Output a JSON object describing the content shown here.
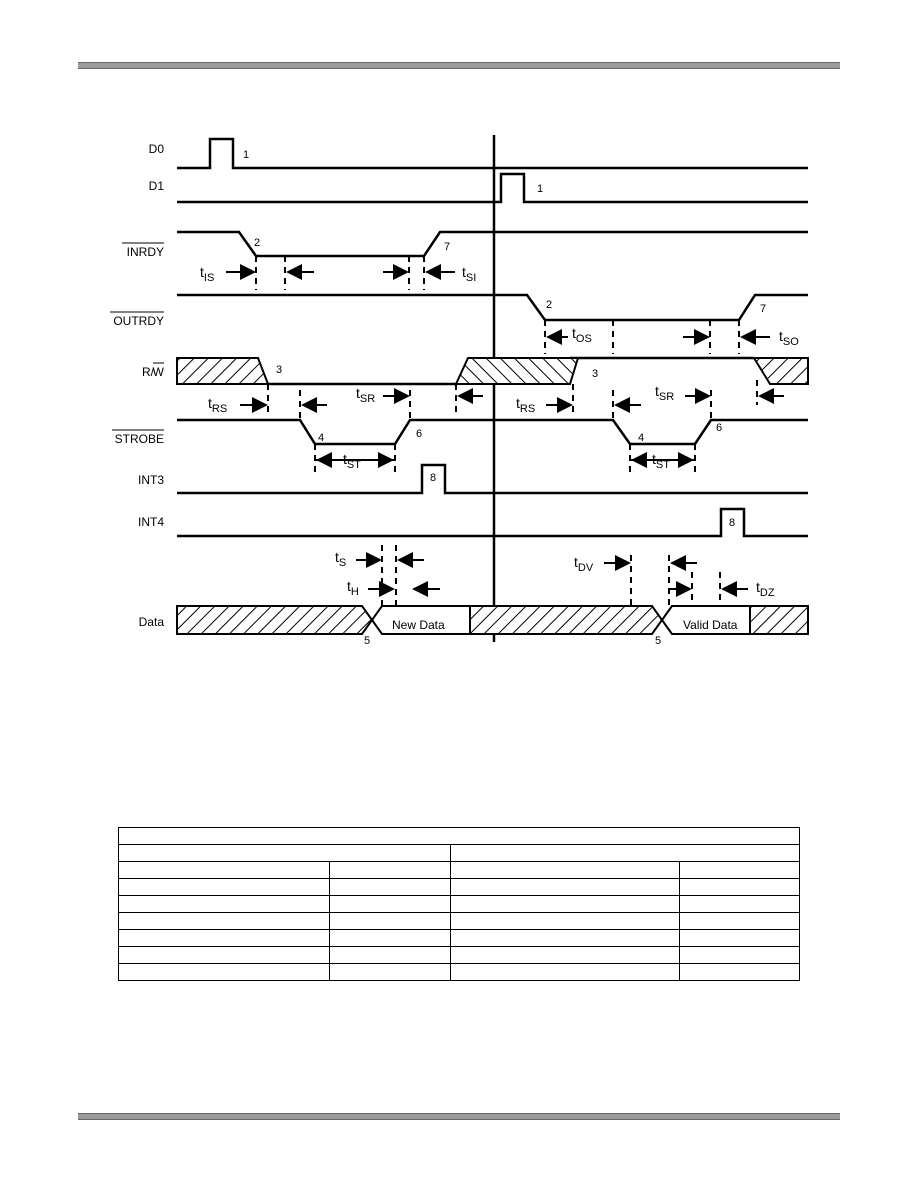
{
  "signals": [
    {
      "label": "D0",
      "overbar": false
    },
    {
      "label": "D1",
      "overbar": false
    },
    {
      "label": "INRDY",
      "overbar": true
    },
    {
      "label": "OUTRDY",
      "overbar": true
    },
    {
      "label": "R/",
      "suffix": "W",
      "overbar_suffix": true
    },
    {
      "label": "STROBE",
      "overbar": true
    },
    {
      "label": "INT3",
      "overbar": false
    },
    {
      "label": "INT4",
      "overbar": false
    },
    {
      "label": "Data",
      "overbar": false
    }
  ],
  "event_numbers": [
    "1",
    "1",
    "2",
    "7",
    "2",
    "7",
    "3",
    "3",
    "4",
    "6",
    "4",
    "6",
    "8",
    "8",
    "5",
    "5"
  ],
  "timing_labels": [
    {
      "t": "t",
      "sub": "IS"
    },
    {
      "t": "t",
      "sub": "SI"
    },
    {
      "t": "t",
      "sub": "OS"
    },
    {
      "t": "t",
      "sub": "SO"
    },
    {
      "t": "t",
      "sub": "RS"
    },
    {
      "t": "t",
      "sub": "SR"
    },
    {
      "t": "t",
      "sub": "RS"
    },
    {
      "t": "t",
      "sub": "SR"
    },
    {
      "t": "t",
      "sub": "ST"
    },
    {
      "t": "t",
      "sub": "ST"
    },
    {
      "t": "t",
      "sub": "S"
    },
    {
      "t": "t",
      "sub": "H"
    },
    {
      "t": "t",
      "sub": "DV"
    },
    {
      "t": "t",
      "sub": "DZ"
    }
  ],
  "data_labels": {
    "new": "New Data",
    "valid": "Valid Data"
  },
  "table": {
    "rows": 9
  }
}
